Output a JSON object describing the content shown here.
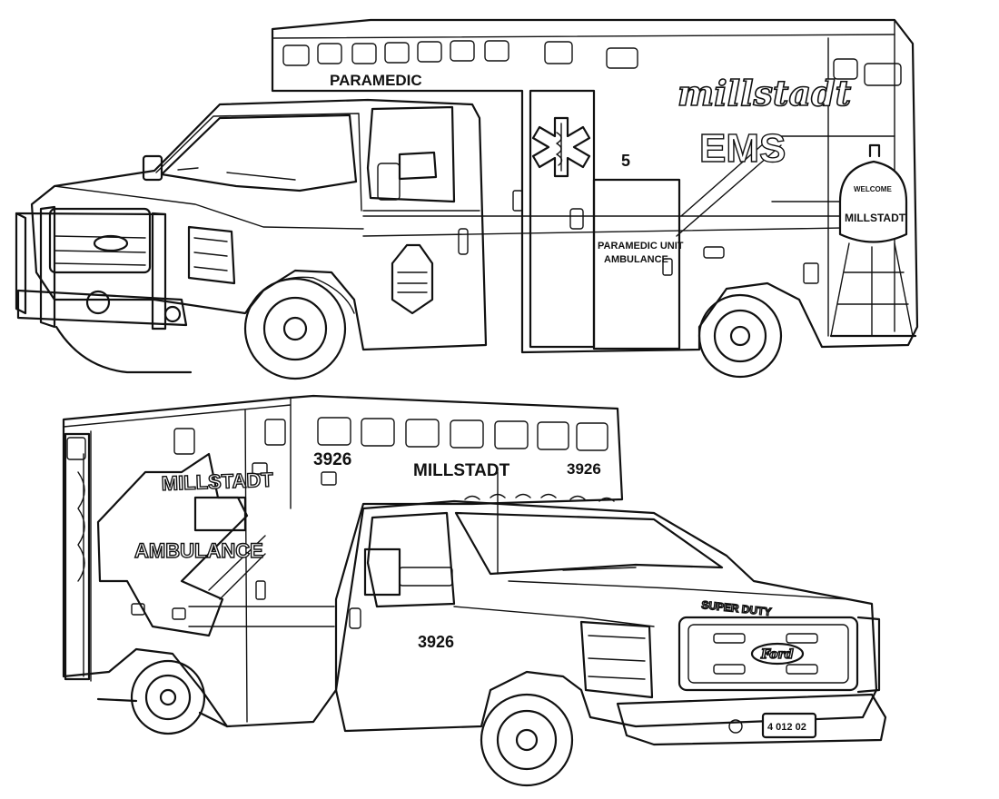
{
  "colors": {
    "ink": "#111111",
    "paper": "#ffffff"
  },
  "top_ambulance": {
    "box_label": "PARAMEDIC",
    "unit_number": "5",
    "logo_script": "millstadt",
    "ems_label": "EMS",
    "side_panel_line1": "PARAMEDIC UNIT",
    "side_panel_line2": "AMBULANCE",
    "water_tower_top": "WELCOME",
    "water_tower_name": "MILLSTADT",
    "star_of_life": "star-of-life-icon"
  },
  "bottom_ambulance": {
    "box_label": "MILLSTADT",
    "unit_number_left": "3926",
    "unit_number_right": "3926",
    "door_number": "3926",
    "side_name": "MILLSTADT",
    "side_word": "AMBULANCE",
    "hood_badge": "SUPER DUTY",
    "grille_badge": "Ford",
    "license_plate": "4 012 02"
  }
}
